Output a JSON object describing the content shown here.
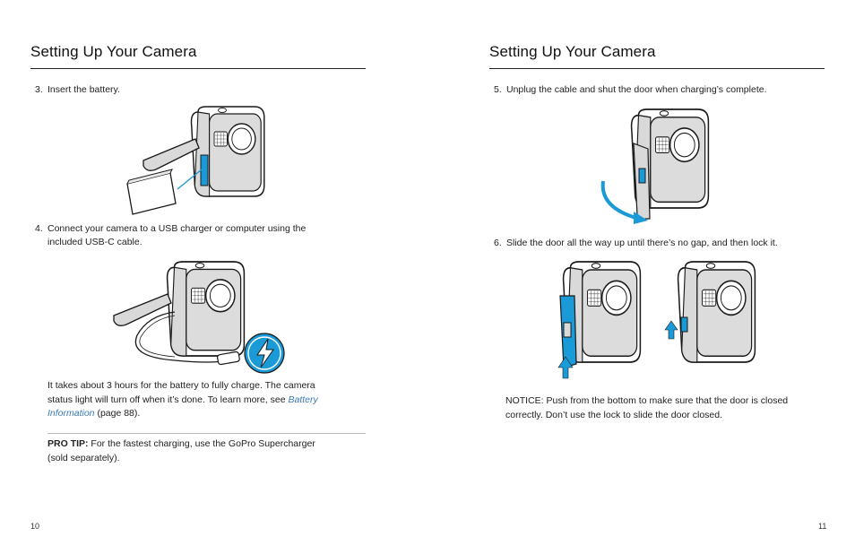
{
  "left_page": {
    "title": "Setting Up Your Camera",
    "step3": {
      "number": "3.",
      "text": "Insert the battery."
    },
    "step4": {
      "number": "4.",
      "line1": "Connect your camera to a USB charger or computer using the",
      "line2": "included USB-C cable."
    },
    "charge_note": {
      "line1": "It takes about 3 hours for the battery to fully charge. The camera",
      "line2_prefix": "status light will turn off when it’s done. To learn more, see ",
      "link_part1": "Battery",
      "link_part2": "Information",
      "line3_suffix": " (page 88)."
    },
    "pro_tip": {
      "label": "PRO TIP:",
      "line1": " For the fastest charging, use the GoPro Supercharger",
      "line2": "(sold separately)."
    },
    "page_number": "10"
  },
  "right_page": {
    "title": "Setting Up Your Camera",
    "step5": {
      "number": "5.",
      "text": "Unplug the cable and shut the door when charging’s complete."
    },
    "step6": {
      "number": "6.",
      "text": "Slide the door all the way up until there’s no gap, and then lock it."
    },
    "notice": {
      "label": "NOTICE:",
      "line1": " Push from the bottom to make sure that the door is closed",
      "line2": "correctly. Don’t use the lock to slide the door closed."
    },
    "page_number": "11"
  },
  "colors": {
    "accent_blue": "#1a9ad6",
    "camera_gray": "#d9d9d9",
    "ink": "#1a1a1a",
    "link": "#3a7ab8"
  }
}
